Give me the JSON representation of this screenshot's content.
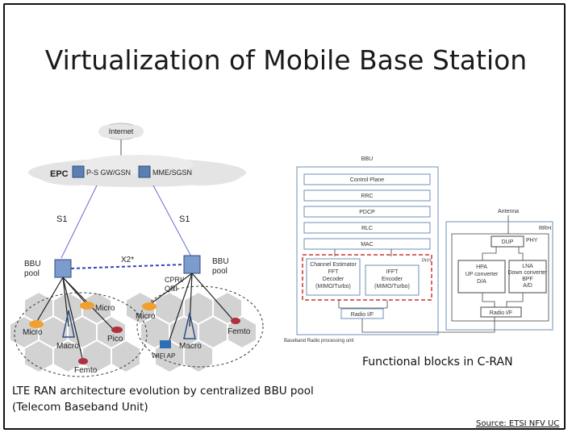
{
  "slide": {
    "title": "Virtualization of Mobile Base Station",
    "left_caption_line1": "LTE RAN architecture evolution by centralized BBU pool",
    "left_caption_line2": "(Telecom Baseband Unit)",
    "right_caption": "Functional blocks in C-RAN",
    "source": "Source: ETSI NFV UC"
  },
  "lte_diagram": {
    "internet": "Internet",
    "epc": "EPC",
    "pgw": "P-S GW/GSN",
    "mme": "MME/SGSN",
    "s1_left": "S1",
    "s1_right": "S1",
    "x2": "X2*",
    "bbu_left_1": "BBU",
    "bbu_left_2": "pool",
    "bbu_right_1": "BBU",
    "bbu_right_2": "pool",
    "cpri_1": "CPRI/",
    "cpri_2": "ORI",
    "cells": {
      "micro_top_left": "Micro",
      "micro_left": "Micro",
      "macro_left": "Macro",
      "pico": "Pico",
      "femto_bottom": "Femto",
      "micro_right": "Micro",
      "macro_right": "Macro",
      "femto_right": "Femto",
      "wifi": "WIFI AP"
    }
  },
  "cran_diagram": {
    "bbu_label": "BBU",
    "layers": [
      "Control Plane",
      "RRC",
      "PDCP",
      "RLC",
      "MAC"
    ],
    "phy_tag": "PHY",
    "ch_est_lines": [
      "Channel Estimator",
      "FFT",
      "Decoder",
      "(MIMO/Turbo)"
    ],
    "ifft_lines": [
      "IFFT",
      "Encoder",
      "(MIMO/Turbo)"
    ],
    "radio_if_bbu": "Radio I/F",
    "baseband_label": "Baseband Radio processing unit",
    "antenna": "Antenna",
    "rrh_label": "RRH",
    "rrh_phy": "PHY",
    "dup": "DUP",
    "hpa_lines": [
      "HPA",
      "UP converter",
      "D/A"
    ],
    "lna_lines": [
      "LNA",
      "Down converter",
      "BPF",
      "A/D"
    ],
    "radio_if_rrh": "Radio I/F"
  }
}
